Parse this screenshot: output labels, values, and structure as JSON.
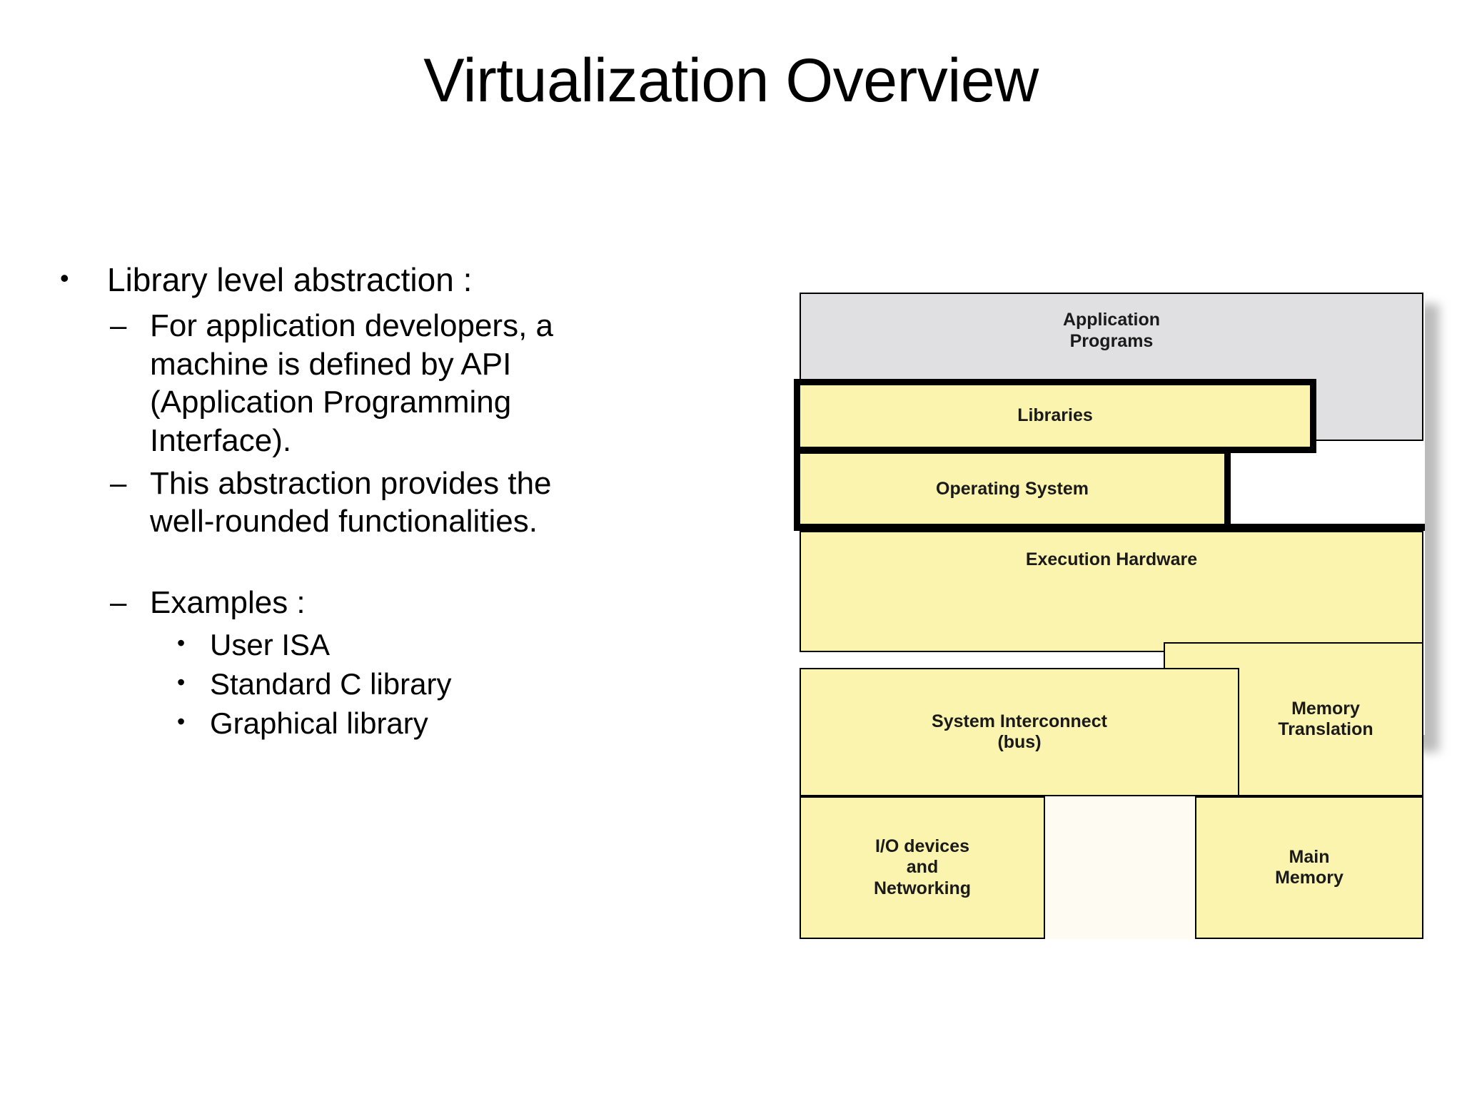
{
  "slide": {
    "title": "Virtualization Overview"
  },
  "bullets": {
    "level1_marker": "•",
    "level2_marker": "–",
    "level3_marker": "•",
    "items": [
      {
        "level": 1,
        "text": "Library level abstraction :"
      },
      {
        "level": 2,
        "text": "For application developers, a machine is defined by API (Application Programming Interface)."
      },
      {
        "level": 2,
        "text": "This abstraction provides the well-rounded functionalities."
      },
      {
        "level": 0,
        "text": ""
      },
      {
        "level": 2,
        "text": "Examples :"
      },
      {
        "level": 3,
        "text": "User ISA"
      },
      {
        "level": 3,
        "text": "Standard C library"
      },
      {
        "level": 3,
        "text": "Graphical library"
      }
    ]
  },
  "diagram": {
    "name": "computer-system-layers-diagram",
    "colors": {
      "layer_yellow": "#fbf4ae",
      "application_gray": "#e0e0e2",
      "gap_white": "#fdfbf2",
      "border_black": "#000000"
    },
    "boxes": [
      {
        "id": "application-programs",
        "label": "Application\nPrograms"
      },
      {
        "id": "libraries",
        "label": "Libraries"
      },
      {
        "id": "operating-system",
        "label": "Operating System"
      },
      {
        "id": "execution-hardware",
        "label": "Execution Hardware"
      },
      {
        "id": "memory-translation",
        "label": "Memory\nTranslation"
      },
      {
        "id": "system-interconnect",
        "label": "System Interconnect\n(bus)"
      },
      {
        "id": "io-devices-networking",
        "label": "I/O devices\nand\nNetworking"
      },
      {
        "id": "main-memory",
        "label": "Main\nMemory"
      }
    ]
  }
}
